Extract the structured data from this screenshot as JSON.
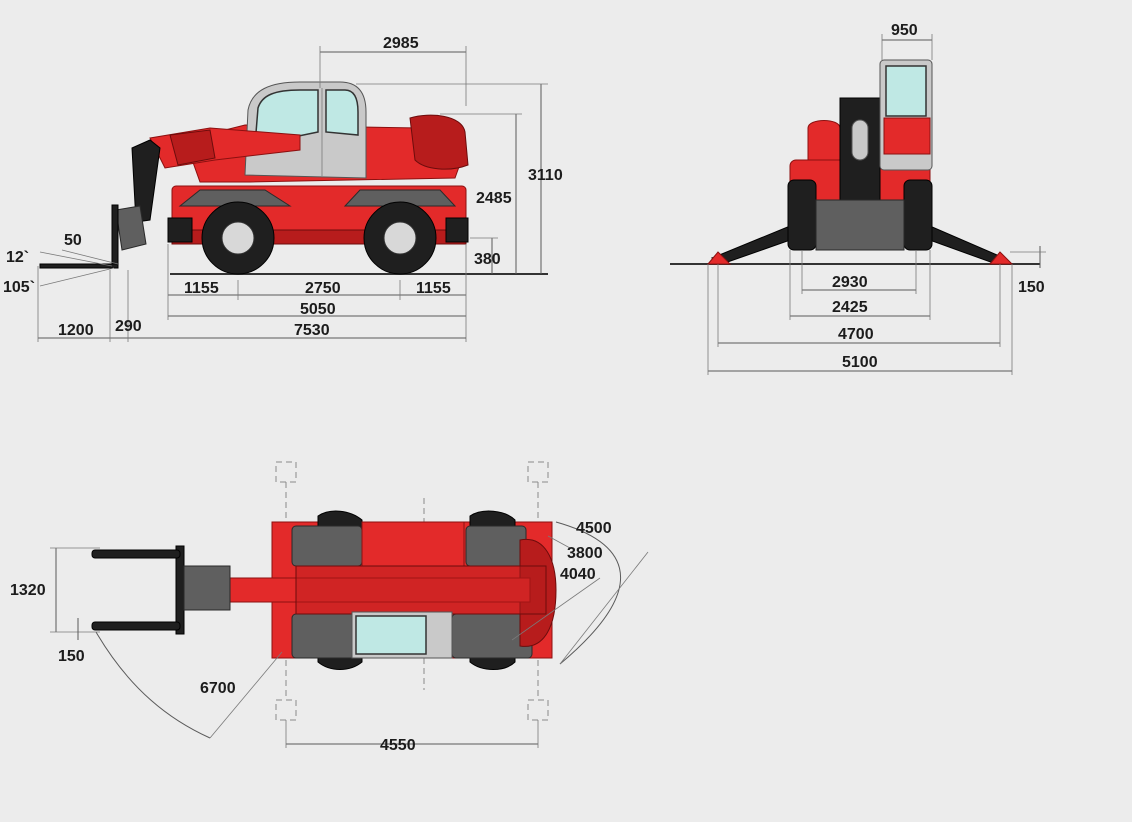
{
  "colors": {
    "machine_red": "#e32a2a",
    "machine_dark_red": "#b71c1c",
    "tyre_black": "#1f1f1f",
    "cab_glass": "#bfe8e4",
    "background": "#ececec"
  },
  "side_view": {
    "dims": {
      "cab_to_rear": "2985",
      "overall_height": "3110",
      "boom_pivot_height": "2485",
      "ground_clearance": "380",
      "fork_thickness": "50",
      "tilt_up": "12`",
      "tilt_down": "105`",
      "front_overhang": "1155",
      "wheelbase": "2750",
      "rear_overhang": "1155",
      "length_no_forks": "5050",
      "fork_length": "1200",
      "fork_to_wheel": "290",
      "overall_length": "7530"
    }
  },
  "front_view": {
    "dims": {
      "cab_width": "950",
      "stabilizer_lift": "150",
      "wheel_track_outer": "2930",
      "wheel_track": "2425",
      "stabilizer_span_inner": "4700",
      "stabilizer_span_outer": "5100"
    }
  },
  "top_view": {
    "dims": {
      "radius_outer": "4500",
      "radius_body": "3800",
      "radius_counterweight": "4040",
      "carriage_width": "1320",
      "fork_width": "150",
      "fork_sweep_radius": "6700",
      "stabilizer_base": "4550"
    }
  }
}
